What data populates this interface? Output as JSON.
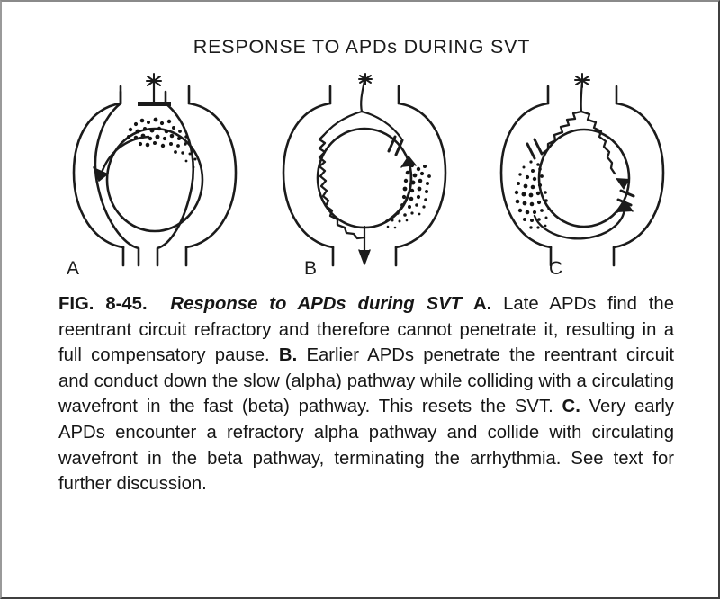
{
  "figure": {
    "title": "RESPONSE TO APDs DURING SVT",
    "panels": [
      {
        "label": "A",
        "description": "Reentrant circuit ring with asterisk stimulus at top blocked by a bar; stippled refractory zone in upper circuit; counterclockwise circulating wavefront arrow",
        "stimulus_marker": "asterisk",
        "block_marks": 1,
        "stipple_regions": [
          "upper-left-inner"
        ],
        "arrows": [
          "counterclockwise-circulating"
        ]
      },
      {
        "label": "B",
        "description": "APD penetrates circuit, conducts down the slow alpha pathway as a wavy wavefront on the left, collides with circulating wavefront in the fast beta pathway on the right at the block mark; resets SVT with exit arrow at bottom",
        "stimulus_marker": "asterisk",
        "block_marks": 1,
        "stipple_regions": [
          "right-inner"
        ],
        "arrows": [
          "up-right-colliding",
          "exit-bottom"
        ]
      },
      {
        "label": "C",
        "description": "Very early APD encounters a refractory alpha pathway on the left and collides with the circulating wavefront in the beta pathway on the right, terminating the arrhythmia",
        "stimulus_marker": "asterisk",
        "block_marks": 2,
        "stipple_regions": [
          "left-inner"
        ],
        "arrows": [
          "down-right-wavy",
          "around-bottom-to-right"
        ]
      }
    ]
  },
  "caption": {
    "figure_number": "FIG. 8-45.",
    "figure_title": "Response to APDs during SVT",
    "part_a_label": "A.",
    "part_a_text": " Late APDs find the reentrant circuit refractory and therefore cannot penetrate it, resulting in a full compensatory pause. ",
    "part_b_label": "B.",
    "part_b_text": " Earlier APDs penetrate the reentrant circuit and conduct down the slow (alpha) pathway while colliding with a circulating wavefront in the fast (beta) pathway. This resets the SVT. ",
    "part_c_label": "C.",
    "part_c_text": " Very early APDs encounter a refractory alpha pathway and collide with circulating wavefront in the beta pathway, terminating the arrhythmia. See text for further discussion."
  },
  "colors": {
    "ink": "#1b1b1b",
    "background": "#ffffff",
    "border": "#4a4a4a"
  }
}
